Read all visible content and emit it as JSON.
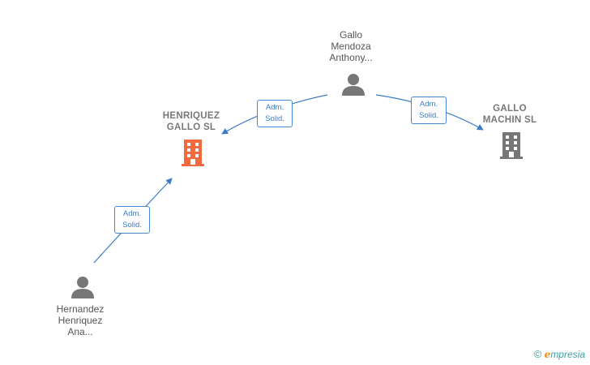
{
  "nodes": {
    "gallo_mendoza": {
      "lines": [
        "Gallo",
        "Mendoza",
        "Anthony..."
      ],
      "type": "person"
    },
    "henriquez_gallo": {
      "lines": [
        "HENRIQUEZ",
        "GALLO  SL"
      ],
      "type": "company",
      "highlight": true
    },
    "gallo_machin": {
      "lines": [
        "GALLO",
        "MACHIN  SL"
      ],
      "type": "company"
    },
    "hernandez": {
      "lines": [
        "Hernandez",
        "Henriquez",
        "Ana..."
      ],
      "type": "person"
    }
  },
  "edges": [
    {
      "id": "e1",
      "lines": [
        "Adm.",
        "Solid."
      ]
    },
    {
      "id": "e2",
      "lines": [
        "Adm.",
        "Solid."
      ]
    },
    {
      "id": "e3",
      "lines": [
        "Adm.",
        "Solid."
      ]
    }
  ],
  "colors": {
    "edge": "#3c7cc6",
    "person_icon": "#777777",
    "company_highlight": "#f26a3d",
    "company_icon": "#777777"
  },
  "brand": {
    "copyright": "©",
    "e": "e",
    "rest": "mpresia"
  }
}
